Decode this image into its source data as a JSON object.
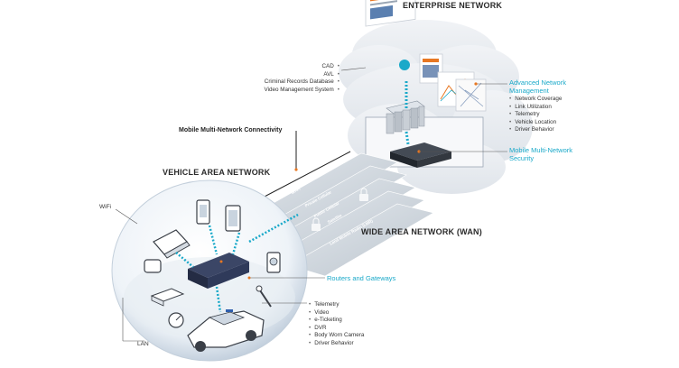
{
  "headings": {
    "enterprise": "ENTERPRISE NETWORK",
    "vehicle_area": "VEHICLE AREA NETWORK",
    "wan": "WIDE AREA NETWORK (WAN)"
  },
  "enterprise_apps": [
    "CAD",
    "AVL",
    "Criminal Records Database",
    "Video Management System"
  ],
  "advanced_network_management": {
    "title_line1": "Advanced Network",
    "title_line2": "Management",
    "items": [
      "Network Coverage",
      "Link Utilization",
      "Telemetry",
      "Vehicle Location",
      "Driver Behavior"
    ]
  },
  "security": {
    "line1": "Mobile Multi-Network",
    "line2": "Security"
  },
  "connectivity_label": "Mobile Multi-Network Connectivity",
  "wan_bands": [
    "Wi-Fi",
    "Private Cellular",
    "Public Cellular",
    "Satellite",
    "Land Mobile Radio (LMR)"
  ],
  "vehicle_labels": {
    "wifi": "WiFi",
    "lan": "LAN",
    "routers": "Routers and Gateways"
  },
  "vehicle_features": [
    "Telemetry",
    "Video",
    "e-Ticketing",
    "DVR",
    "Body Worn Camera",
    "Driver Behavior"
  ],
  "colors": {
    "accent_teal": "#1aa9c9",
    "accent_orange": "#e87722",
    "band_gray": "#cdd3d9",
    "device_navy": "#2f3a5a"
  }
}
